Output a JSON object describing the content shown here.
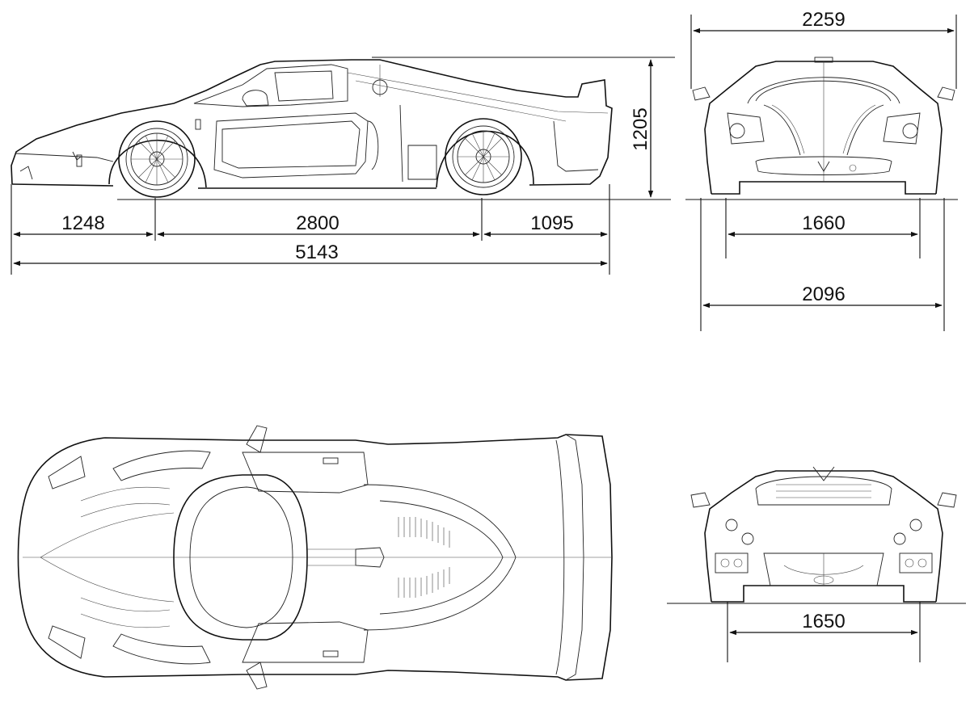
{
  "side_view": {
    "front_overhang": "1248",
    "wheelbase": "2800",
    "rear_overhang": "1095",
    "overall_length": "5143",
    "height": "1205"
  },
  "front_view": {
    "overall_width": "2259",
    "front_track": "1660",
    "body_width": "2096"
  },
  "rear_view": {
    "rear_track": "1650"
  }
}
